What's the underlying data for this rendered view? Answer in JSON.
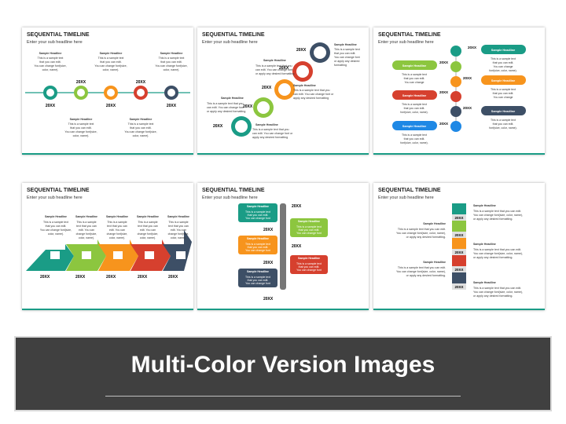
{
  "slides": [
    {
      "title": "SEQUENTIAL TIMELINE",
      "subtitle": "Enter your sub headline here"
    },
    {
      "title": "SEQUENTIAL TIMELINE",
      "subtitle": "Enter your sub headline here"
    },
    {
      "title": "SEQUENTIAL TIMELINE",
      "subtitle": "Enter your sub headline here"
    },
    {
      "title": "SEQUENTIAL TIMELINE",
      "subtitle": "Enter your sub headline here"
    },
    {
      "title": "SEQUENTIAL TIMELINE",
      "subtitle": "Enter your sub headline here"
    },
    {
      "title": "SEQUENTIAL TIMELINE",
      "subtitle": "Enter your sub headline here"
    }
  ],
  "year": "20XX",
  "headline": "Sample Headline",
  "body_lines": [
    "This is a sample text",
    "that you can edit.",
    "You can change font(size,",
    "color, name)."
  ],
  "colors": {
    "teal": "#1a9c86",
    "green": "#8cc63f",
    "orange": "#f7941d",
    "red": "#d6402e",
    "navy": "#3d4f66",
    "blue": "#1e88e5",
    "banner": "#404040"
  },
  "icons": [
    "people-icon",
    "network-icon",
    "crowd-icon",
    "tools-icon",
    "presentation-icon"
  ],
  "banner": {
    "title": "Multi-Color Version Images"
  }
}
